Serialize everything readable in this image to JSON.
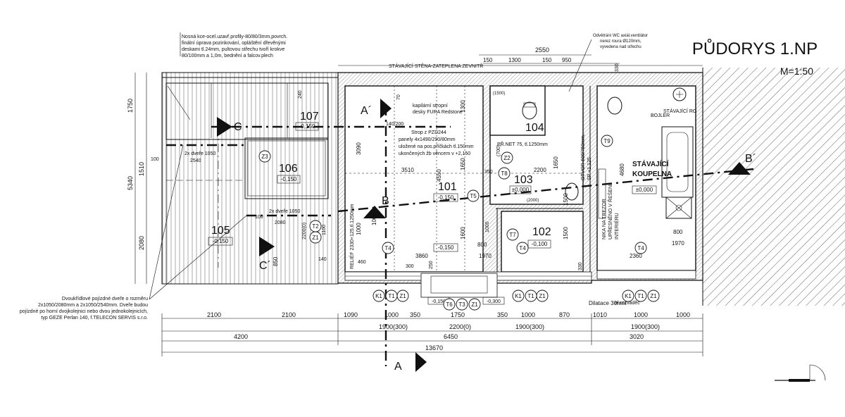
{
  "title": "PŮDORYS 1.NP",
  "scale": "M=1:50",
  "notes": {
    "top_left": [
      "Nosná kce-ocel.uzavř.profily-80/80/3mm,povrch.",
      "finální úprava pozinkování, opláštění dřevěnými",
      "deskami tl.24mm, pultovou střechu tvoří krokve",
      "80/100mm a 1,0m, bednění a falcov.plech"
    ],
    "bottom_left": [
      "Dvoukřídlové pojízdné dveře o rozměru",
      "2x1050/2080mm a 2x1050/2540mm. Dveře budou",
      "pojízdné po horní dvojkolejnici nebo dvou jednokolejnicích,",
      "typ GEZE Perlan 140, f.TELECON SERVIS s.r.o."
    ],
    "top_right": [
      "Odvětrání WC axiál.ventilátor",
      "nerez roura Ø120mm,",
      "vyvedena nad střechu"
    ],
    "wall": "STÁVAJÍCÍ STĚNA-ZATEPLENA ZEVNITŘ",
    "ceiling": [
      "kapilární stropní",
      "desky FURA Redstone"
    ],
    "slab": [
      "Strop z PZD244",
      "panely 4x1490/290/80mm",
      "uložené na pos.příčkách tl.150mm",
      "ukončených žb věncem v +2,150"
    ],
    "existing_ro": "STÁVAJÍCÍ RO",
    "boiler": "BOJLER",
    "bath": [
      "STÁVAJÍCÍ",
      "KOUPELNA"
    ],
    "opening": [
      "OTVOR 600/750mm,",
      "SP +1,125"
    ],
    "niche": [
      "NIKA NA TREZOR",
      "UPŘESNĚNO V ŘEŠENÍ",
      "INTERIÉRU"
    ],
    "dilatace": "Dilatace 30mm",
    "el_switch": "el.rozvaděč",
    "door1": "2x dveře 1050",
    "door2": "2x dveře 1050",
    "pr_net": "PŘ.NET 75, tl.1250mm",
    "relief": "RELIÉF 2330+125,tl.1250mm"
  },
  "rooms": [
    {
      "id": "101",
      "level": "-0,150"
    },
    {
      "id": "102",
      "level": "-0,100"
    },
    {
      "id": "103",
      "level": "±0,000"
    },
    {
      "id": "104",
      "level": ""
    },
    {
      "id": "105",
      "level": "-0,150"
    },
    {
      "id": "106",
      "level": "-0,150"
    },
    {
      "id": "107",
      "level": "-0,150"
    },
    {
      "id": "bath",
      "level": "±0,000"
    }
  ],
  "extra_levels": {
    "l101b": "-0,150",
    "l_door_a": "-0,150",
    "l_door_b": "-0,300"
  },
  "sections": {
    "a": "A",
    "a2": "A´",
    "b": "B",
    "b2": "B´",
    "c": "C",
    "c2": "C´"
  },
  "tags": [
    "T2",
    "Z1",
    "T4",
    "T5",
    "T8",
    "Z2",
    "T7",
    "T4",
    "T9",
    "T4",
    "K1",
    "T1",
    "Z1",
    "T6",
    "T3",
    "Z1",
    "K1",
    "T1",
    "Z1",
    "K1",
    "T1",
    "Z1",
    "Z3"
  ],
  "dims": {
    "top": [
      "2550",
      "150",
      "1300",
      "150",
      "950",
      "330"
    ],
    "left": [
      "1750",
      "1510",
      "2080",
      "5340",
      "3090"
    ],
    "inner": [
      "3510",
      "2200",
      "4550",
      "3860",
      "1970",
      "2360",
      "1970",
      "1650",
      "1300",
      "1500",
      "1650",
      "1600",
      "1500",
      "4680",
      "800",
      "800",
      "1000",
      "1000",
      "850",
      "2200(0)",
      "2540",
      "2080",
      "100",
      "100",
      "140",
      "300",
      "460",
      "250",
      "330",
      "350",
      "(2000)",
      "(1500)",
      "240",
      "70",
      "140/200",
      "(700)",
      "1000",
      "1100"
    ],
    "row1": [
      "2100",
      "2100",
      "1090",
      "1000",
      "350",
      "1750",
      "350",
      "1000",
      "870",
      "1010",
      "1000",
      "1000"
    ],
    "row1b": [
      "1900(300)",
      "2200(0)",
      "1900(300)",
      "1900(300)"
    ],
    "row2": [
      "4200",
      "6450",
      "3020"
    ],
    "total": "13670"
  }
}
